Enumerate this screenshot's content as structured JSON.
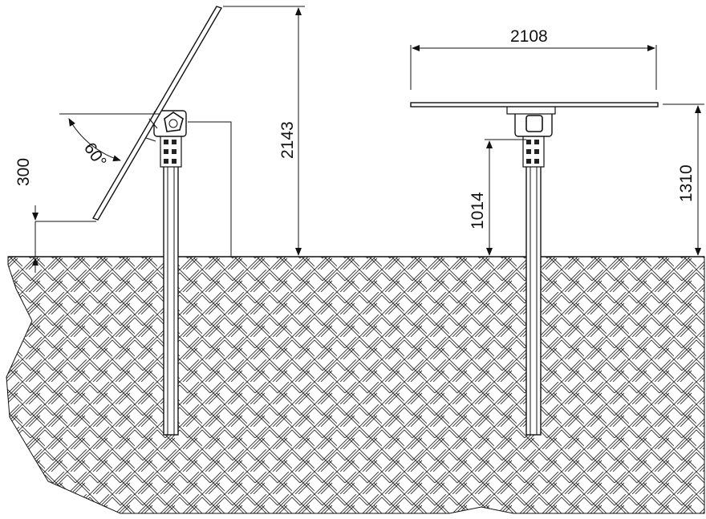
{
  "drawing": {
    "left_view": {
      "tilt_angle": "60°",
      "overall_height": "2143",
      "ground_clearance": "300"
    },
    "right_view": {
      "panel_width": "2108",
      "mount_height": "1014",
      "panel_height": "1310"
    }
  }
}
